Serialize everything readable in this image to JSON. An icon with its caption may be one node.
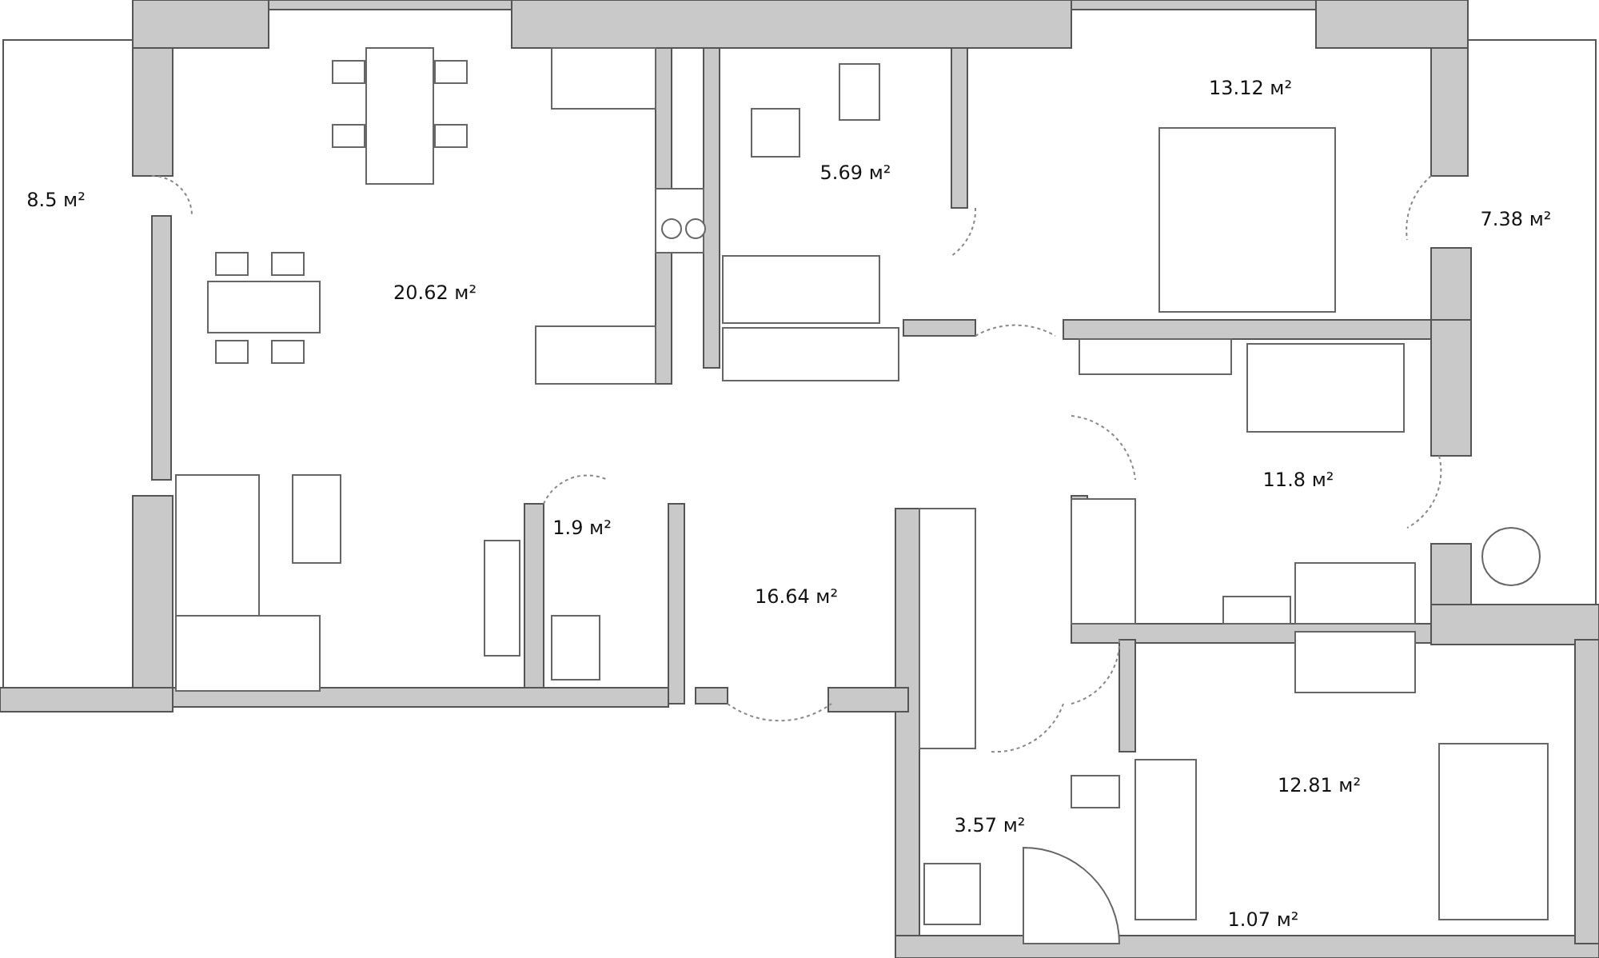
{
  "diagram": {
    "labels": [
      "13.12 м²",
      "8.5 м²",
      "5.69 м²",
      "7.38 м²",
      "20.62 м²",
      "11.8 м²",
      "1.9 м²",
      "16.64 м²",
      "12.81 м²",
      "3.57 м²",
      "1.07 м²"
    ]
  }
}
